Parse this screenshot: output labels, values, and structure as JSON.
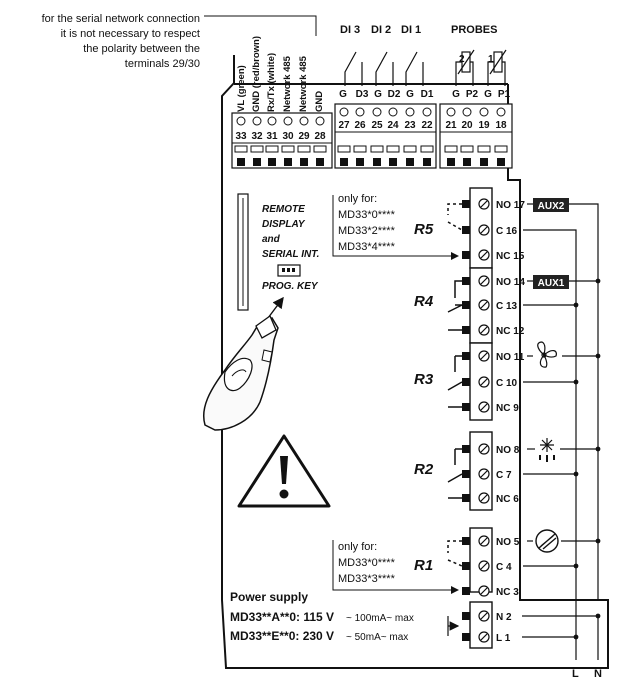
{
  "note": {
    "lines": [
      "for the serial network connection",
      "it is not necessary to respect",
      "the polarity between the",
      "terminals 29/30"
    ]
  },
  "network": {
    "vertical_labels": [
      "VL (green)",
      "GND (red/brown)",
      "Rx/Tx (white)",
      "Network 485",
      "Network 485",
      "GND"
    ],
    "terminals": [
      "33",
      "32",
      "31",
      "30",
      "29",
      "28"
    ]
  },
  "digital_inputs": {
    "headers": [
      "DI 3",
      "DI 2",
      "DI 1"
    ],
    "pin_labels": [
      "G",
      "D3",
      "G",
      "D2",
      "G",
      "D1"
    ],
    "terminals": [
      "27",
      "26",
      "25",
      "24",
      "23",
      "22"
    ]
  },
  "probes": {
    "header": "PROBES",
    "probe_numbers": [
      "2",
      "1"
    ],
    "pin_labels": [
      "G",
      "P2",
      "G",
      "P1"
    ],
    "terminals": [
      "21",
      "20",
      "19",
      "18"
    ]
  },
  "remote": {
    "lines": [
      "REMOTE",
      "DISPLAY",
      "and",
      "SERIAL INT."
    ],
    "prog_key": "PROG. KEY"
  },
  "r5_note": {
    "lines": [
      "only for:",
      "MD33*0****",
      "MD33*2****",
      "MD33*4****"
    ]
  },
  "r1_note": {
    "lines": [
      "only for:",
      "MD33*0****",
      "MD33*3****"
    ]
  },
  "relays": [
    "R5",
    "R4",
    "R3",
    "R2",
    "R1"
  ],
  "outputs": {
    "no17": "NO 17",
    "c16": "C 16",
    "nc15": "NC 15",
    "no14": "NO 14",
    "c13": "C 13",
    "nc12": "NC 12",
    "no11": "NO 11",
    "c10": "C 10",
    "nc9": "NC 9",
    "no8": "NO 8",
    "c7": "C 7",
    "nc6": "NC 6",
    "no5": "NO 5",
    "c4": "C 4",
    "nc3": "NC 3",
    "n2": "N 2",
    "l1": "L 1"
  },
  "aux": {
    "aux2": "AUX2",
    "aux1": "AUX1"
  },
  "power": {
    "title": "Power supply",
    "line1_model": "MD33**A**0: 115 V",
    "line1_spec": "~ 100mA~ max",
    "line2_model": "MD33**E**0: 230 V",
    "line2_spec": "~ 50mA~ max"
  },
  "mains": {
    "l": "L",
    "n": "N"
  }
}
